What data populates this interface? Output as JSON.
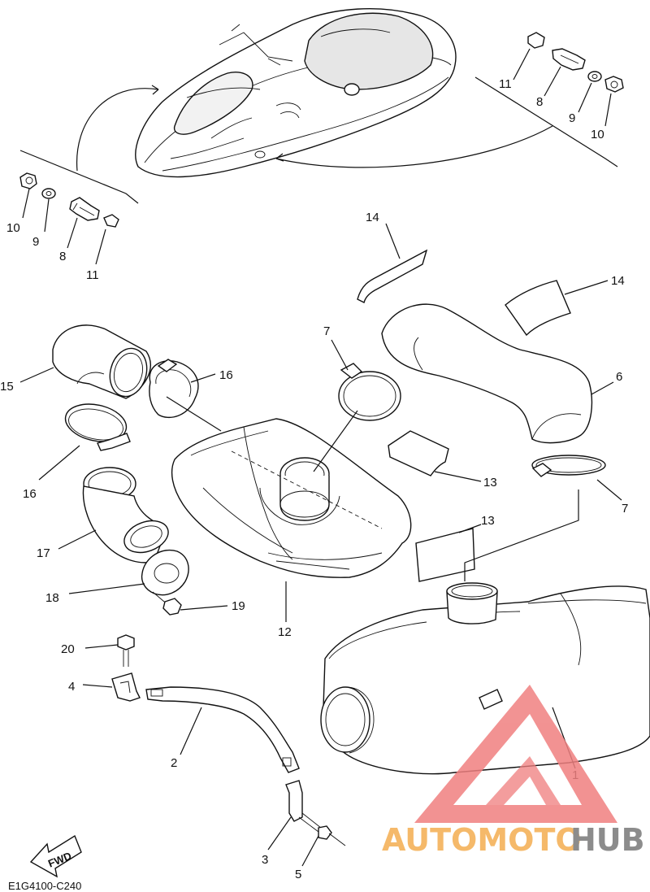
{
  "diagram_code": "E1G4100-C240",
  "fwd_label": "FWD",
  "watermark": {
    "part1": "AUTOMOTO",
    "part2": "HUB",
    "color_triangle": "#f08080",
    "color_text1": "#f5b96a",
    "color_text2": "#8c8c8c"
  },
  "callouts": {
    "c1": "1",
    "c2": "2",
    "c3": "3",
    "c4": "4",
    "c5": "5",
    "c6": "6",
    "c7a": "7",
    "c7b": "7",
    "c8a": "8",
    "c8b": "8",
    "c9a": "9",
    "c9b": "9",
    "c10a": "10",
    "c10b": "10",
    "c11a": "11",
    "c11b": "11",
    "c12": "12",
    "c13a": "13",
    "c13b": "13",
    "c14a": "14",
    "c14b": "14",
    "c15": "15",
    "c16a": "16",
    "c16b": "16",
    "c17": "17",
    "c18": "18",
    "c19": "19",
    "c20": "20"
  }
}
